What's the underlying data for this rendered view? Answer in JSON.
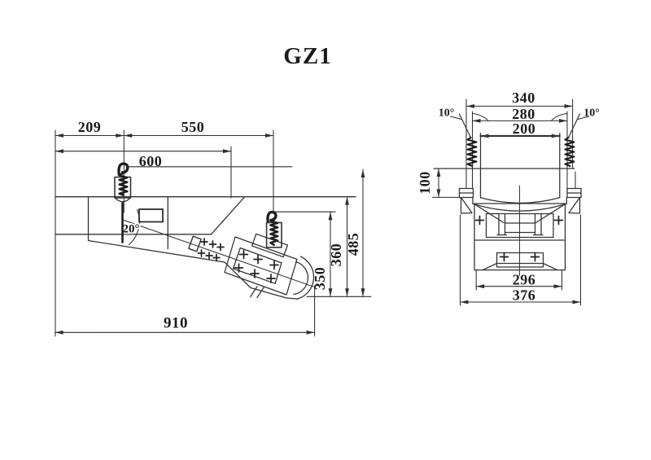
{
  "title": "GZ1",
  "drawing": {
    "type": "engineering-dimension-drawing",
    "subject": "GZ1 suspended electromagnetic vibrating feeder, two orthographic views"
  },
  "side_view": {
    "dims": {
      "d209": "209",
      "d550": "550",
      "d600": "600",
      "d910": "910",
      "d350": "350",
      "d360": "360",
      "d485": "485",
      "angle20": "20°"
    }
  },
  "front_view": {
    "dims": {
      "d340": "340",
      "d280": "280",
      "d200": "200",
      "d100": "100",
      "d296": "296",
      "d376": "376",
      "angle10_left": "10°",
      "angle10_right": "10°"
    }
  },
  "colors": {
    "paper": "#ffffff",
    "ink": "#2d2d2d"
  }
}
